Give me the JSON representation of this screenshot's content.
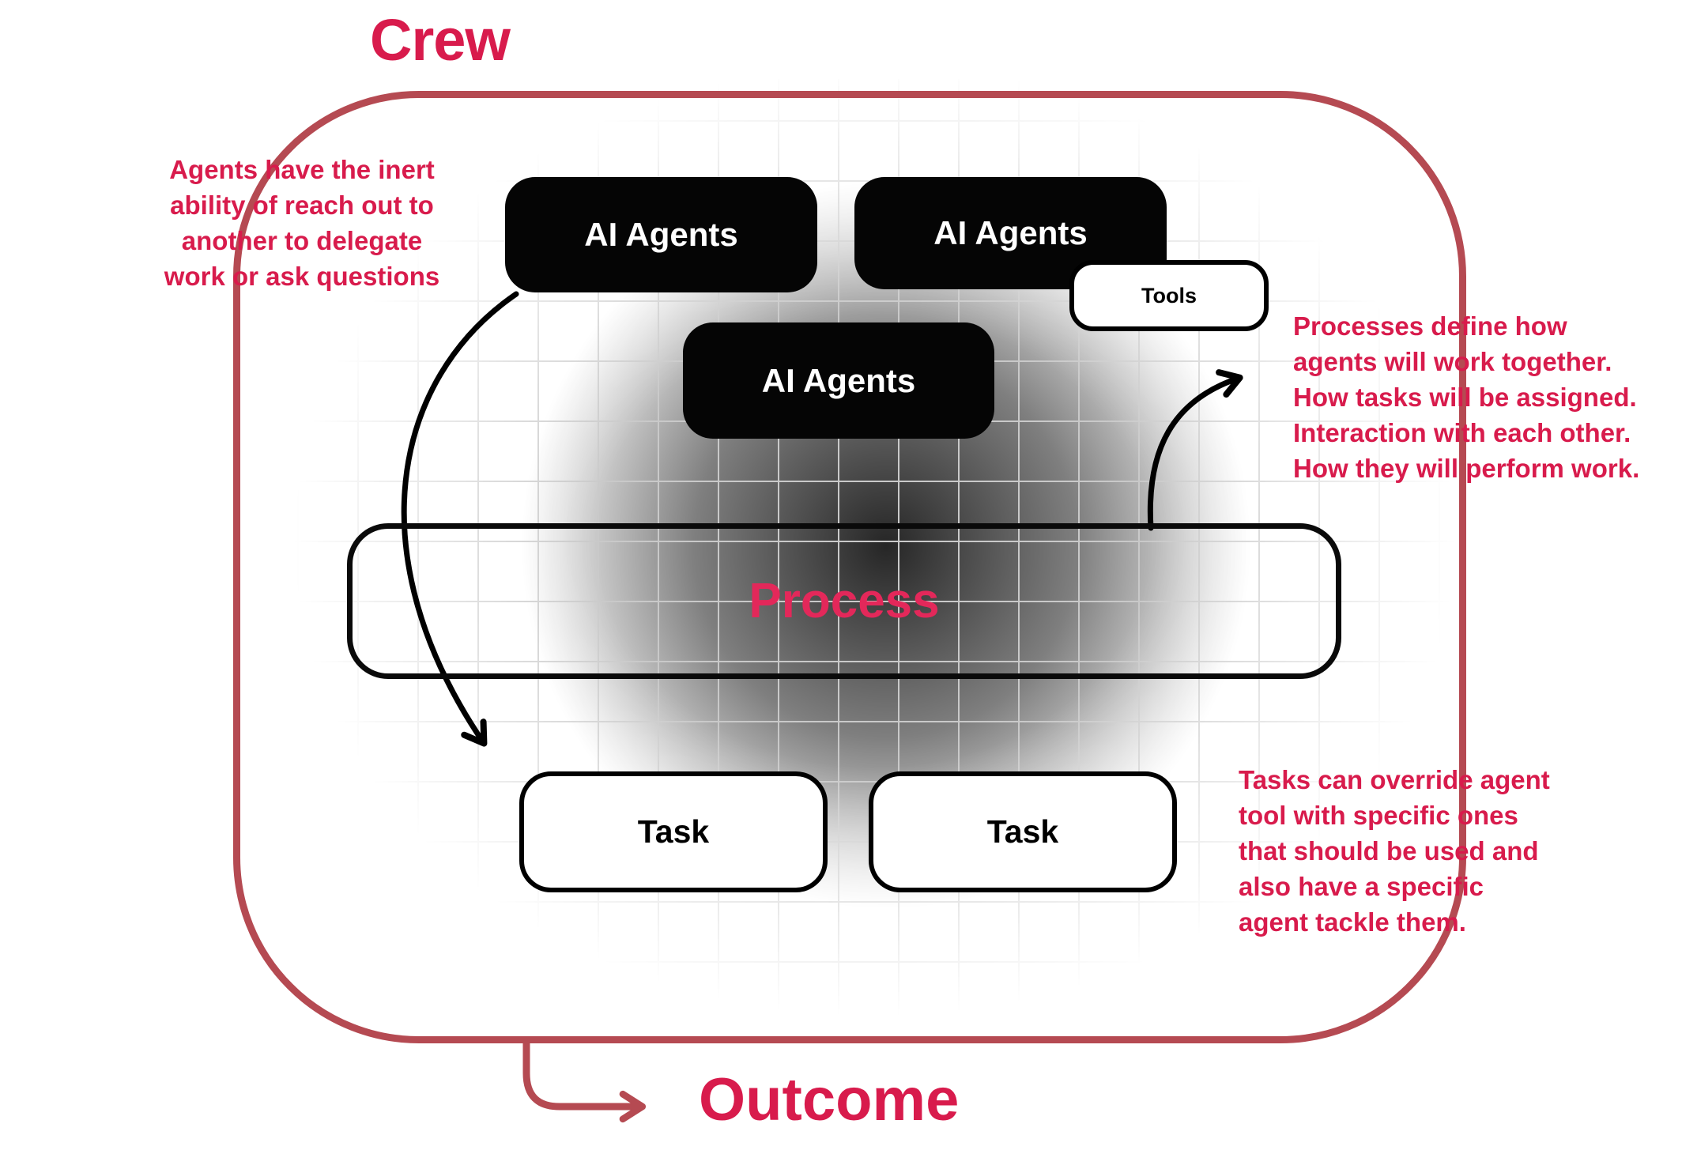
{
  "title": "Crew",
  "outcome_label": "Outcome",
  "boxes": {
    "agents": [
      "AI Agents",
      "AI Agents",
      "AI Agents"
    ],
    "tools": "Tools",
    "process": "Process",
    "tasks": [
      "Task",
      "Task"
    ]
  },
  "annotations": {
    "left": {
      "lines": [
        "Agents have the inert",
        "ability of reach out to",
        "another to delegate",
        "work or ask questions"
      ]
    },
    "right_top": {
      "lines": [
        "Processes define how",
        "agents will work together.",
        "How tasks will be assigned.",
        "Interaction with each other.",
        "How they will perform work."
      ]
    },
    "right_bottom": {
      "lines": [
        "Tasks can override agent",
        "tool with specific ones",
        "that should be used and",
        "also have a specific",
        "agent tackle them."
      ]
    }
  },
  "colors": {
    "accent_text": "#d81b4c",
    "process_text": "#e3285a",
    "border": "#b54a52",
    "arrow": "#000000",
    "box_black": "#050505",
    "grid_line": "#c9c9c9"
  }
}
